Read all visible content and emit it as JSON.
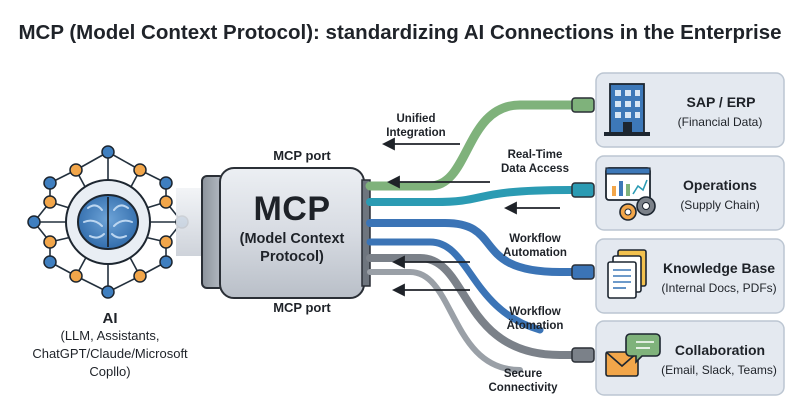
{
  "title": "MCP (Model Context Protocol): standardizing AI Connections in the Enterprise",
  "hub": {
    "name": "MCP",
    "subtitle_line1": "(Model Context",
    "subtitle_line2": "Protocol)",
    "port_top": "MCP port",
    "port_bottom": "MCP port"
  },
  "ai": {
    "name": "AI",
    "line1": "(LLM, Assistants,",
    "line2": "ChatGPT/Claude/Microsoft",
    "line3": "Copllo)"
  },
  "flows": [
    {
      "line1": "Unified",
      "line2": "Integration"
    },
    {
      "line1": "Real-Time",
      "line2": "Data Access"
    },
    {
      "line1": "Workflow",
      "line2": "Automation"
    },
    {
      "line1": "Workflow",
      "line2": "Ätomation"
    },
    {
      "line1": "Secure",
      "line2": "Connectivity"
    }
  ],
  "systems": [
    {
      "title": "SAP / ERP",
      "subtitle": "(Financial Data)",
      "icon": "building-icon"
    },
    {
      "title": "Operations",
      "subtitle": "(Supply Chain)",
      "icon": "dashboard-gears-icon"
    },
    {
      "title": "Knowledge Base",
      "subtitle": "(Internal Docs, PDFs)",
      "icon": "documents-icon"
    },
    {
      "title": "Collaboration",
      "subtitle": "(Email, Slack, Teams)",
      "icon": "email-chat-icon"
    }
  ],
  "colors": {
    "cable_green": "#7fb27b",
    "cable_teal": "#2b9bb3",
    "cable_blue": "#3b74b6",
    "cable_gray": "#7b8189",
    "card_bg": "#e4e9f0",
    "card_border": "#bcc6d2",
    "brain_blue": "#2f73b8",
    "node_orange": "#f2a64a",
    "node_blue": "#3f7fc0"
  }
}
